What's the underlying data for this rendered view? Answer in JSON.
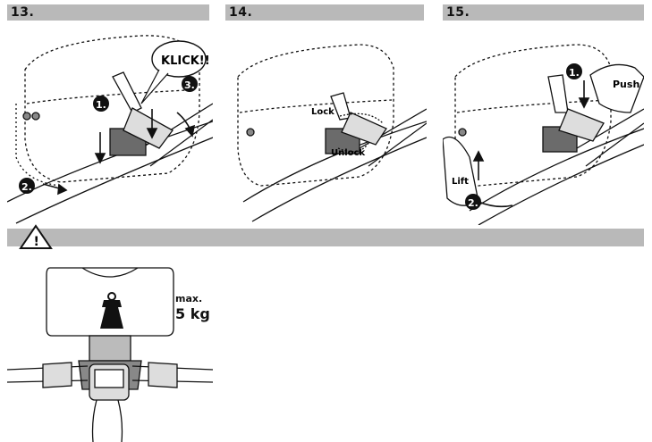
{
  "steps": [
    {
      "number": "13.",
      "callouts": {
        "klick": "KLICK!!",
        "n1": "1.",
        "n2": "2.",
        "n3": "3."
      }
    },
    {
      "number": "14.",
      "callouts": {
        "lock": "Lock",
        "unlock": "Unlock"
      }
    },
    {
      "number": "15.",
      "callouts": {
        "push": "Push",
        "lift": "Lift",
        "n1": "1.",
        "n2": "2."
      }
    }
  ],
  "warning": {
    "icon": "warning-triangle-icon",
    "max_label": "max.",
    "weight": "5 kg"
  },
  "colors": {
    "header_bar": "#b9b9b9",
    "line": "#111111"
  }
}
